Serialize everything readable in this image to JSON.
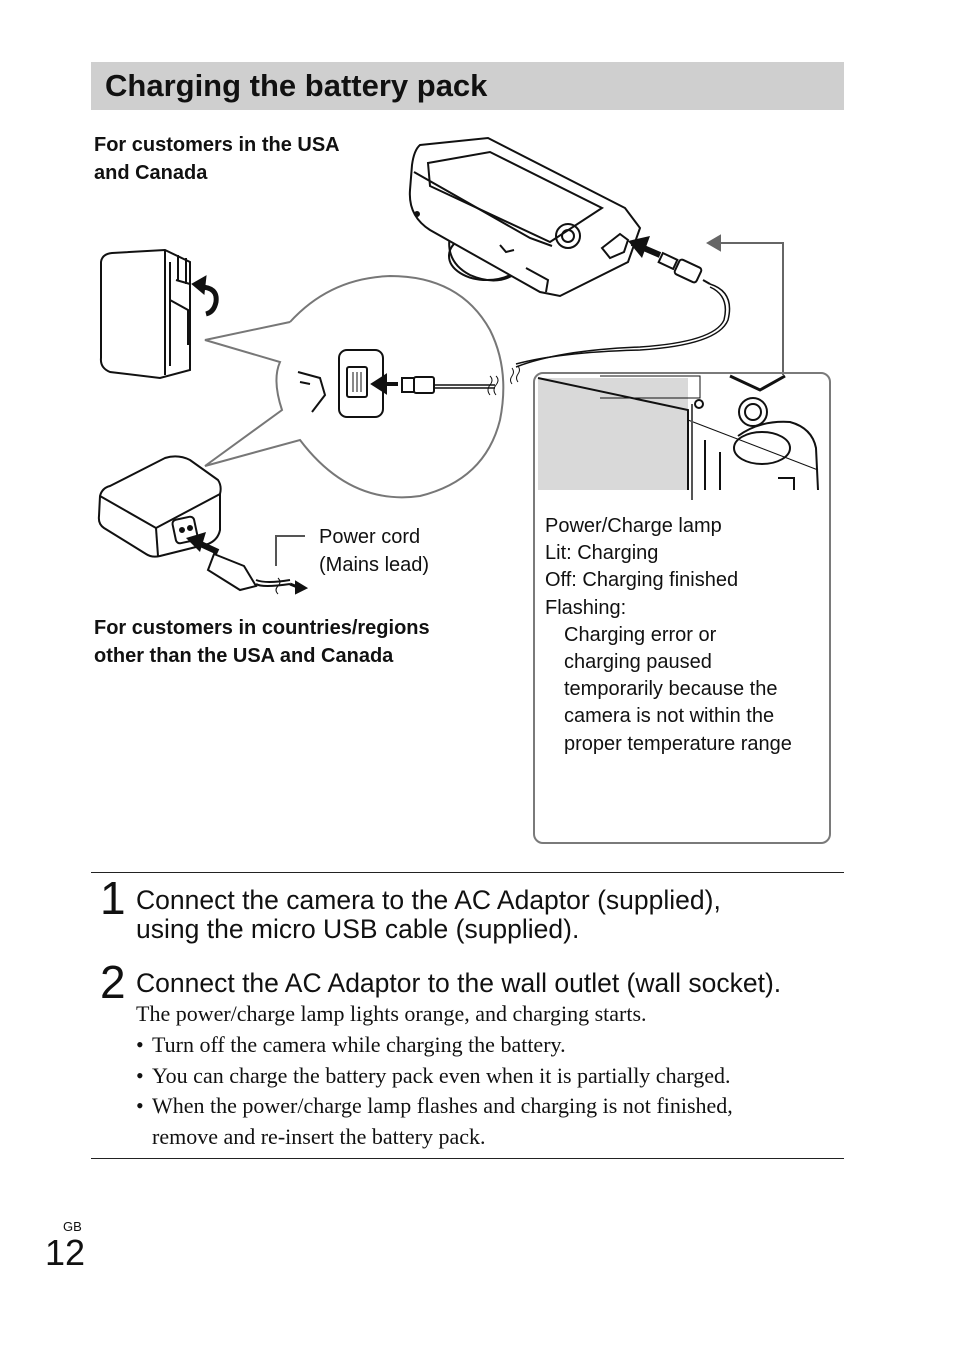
{
  "section": {
    "title": "Charging the battery pack"
  },
  "figure": {
    "usa_label": [
      "For customers in the USA",
      "and Canada"
    ],
    "other_label": [
      "For customers in countries/regions",
      "other than the USA and Canada"
    ],
    "power_cord_label": [
      "Power cord",
      "(Mains lead)"
    ],
    "lamp_info": {
      "title": "Power/Charge lamp",
      "lit": "Lit: Charging",
      "off": "Off: Charging finished",
      "flashing": "Flashing:",
      "flashing_detail": [
        "Charging error or",
        "charging paused",
        "temporarily because the",
        "camera is not within the",
        "proper temperature range"
      ]
    }
  },
  "steps": [
    {
      "number": "1",
      "lines": [
        "Connect the camera to the AC Adaptor (supplied),",
        "using the micro USB cable (supplied)."
      ]
    },
    {
      "number": "2",
      "lines": [
        "Connect the AC Adaptor to the wall outlet (wall socket)."
      ]
    }
  ],
  "step2_body": "The power/charge lamp lights orange, and charging starts.",
  "bullets": [
    {
      "lines": [
        "Turn off the camera while charging the battery."
      ]
    },
    {
      "lines": [
        "You can charge the battery pack even when it is partially charged."
      ]
    },
    {
      "lines": [
        "When the power/charge lamp flashes and charging is not finished,",
        "remove and re-insert the battery pack."
      ]
    }
  ],
  "footer": {
    "lang": "GB",
    "page": "12"
  }
}
